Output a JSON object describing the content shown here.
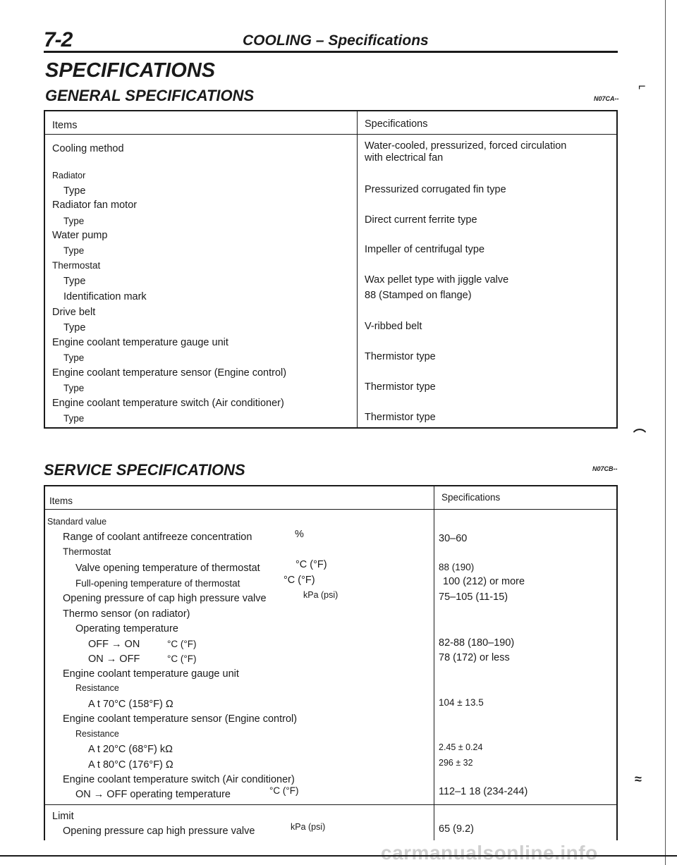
{
  "header": {
    "page_number": "7-2",
    "running_title": "COOLING – Specifications"
  },
  "main_title": "SPECIFICATIONS",
  "general": {
    "title": "GENERAL SPECIFICATIONS",
    "code": "N07CA--",
    "col_items": "Items",
    "col_specs": "Specifications",
    "rows": [
      {
        "item": "Cooling method",
        "spec": "Water-cooled, pressurized, forced circulation",
        "spec2": "with electrical fan"
      },
      {
        "item": "Radiator"
      },
      {
        "item": "Type",
        "spec": "Pressurized corrugated fin type"
      },
      {
        "item": "Radiator fan motor"
      },
      {
        "item": "Type",
        "spec": "Direct current ferrite type"
      },
      {
        "item": "Water pump"
      },
      {
        "item": "Type",
        "spec": "Impeller of centrifugal type"
      },
      {
        "item": "Thermostat"
      },
      {
        "item": "Type",
        "spec": "Wax pellet type with jiggle valve"
      },
      {
        "item": "Identification mark",
        "spec": "88 (Stamped on flange)"
      },
      {
        "item": "Drive belt"
      },
      {
        "item": "Type",
        "spec": "V-ribbed belt"
      },
      {
        "item": "Engine coolant temperature gauge unit"
      },
      {
        "item": "Type",
        "spec": "Thermistor type"
      },
      {
        "item": "Engine coolant temperature sensor (Engine control)"
      },
      {
        "item": "Type",
        "spec": "Thermistor type"
      },
      {
        "item": "Engine coolant temperature switch (Air conditioner)"
      },
      {
        "item": "Type",
        "spec": "Thermistor type"
      }
    ]
  },
  "service": {
    "title": "SERVICE SPECIFICATIONS",
    "code": "N07CB--",
    "col_items": "Items",
    "col_specs": "Specifications",
    "rows": [
      {
        "item": "Standard value"
      },
      {
        "item": "Range of coolant antifreeze concentration",
        "unit": "%",
        "spec": "30–60"
      },
      {
        "item": "Thermostat"
      },
      {
        "item": "Valve opening temperature of thermostat",
        "unit": "°C (°F)",
        "spec": "88 (190)"
      },
      {
        "item": "Full-opening temperature of thermostat",
        "unit": "°C (°F)",
        "spec": "100 (212) or more"
      },
      {
        "item": "Opening pressure of cap high pressure valve",
        "unit": "kPa (psi)",
        "spec": "75–105 (11-15)"
      },
      {
        "item": "Thermo sensor (on radiator)"
      },
      {
        "item": "Operating temperature"
      },
      {
        "item": "OFF → ON",
        "unit": "°C (°F)",
        "spec": "82-88 (180–190)"
      },
      {
        "item": "ON → OFF",
        "unit": "°C (°F)",
        "spec": "78 (172) or less"
      },
      {
        "item": "Engine coolant temperature gauge unit"
      },
      {
        "item": "Resistance"
      },
      {
        "item": "A t 70°C (158°F) Ω",
        "spec": "104 ± 13.5"
      },
      {
        "item": "Engine coolant temperature sensor (Engine control)"
      },
      {
        "item": "Resistance"
      },
      {
        "item": "A t 20°C (68°F) kΩ",
        "spec": "2.45 ± 0.24"
      },
      {
        "item": "A t 80°C (176°F) Ω",
        "spec": "296 ± 32"
      },
      {
        "item": "Engine coolant temperature switch (Air conditioner)"
      },
      {
        "item": "ON → OFF operating temperature",
        "unit": "°C (°F)",
        "spec": "112–1 18 (234-244)"
      },
      {
        "item": "Limit"
      },
      {
        "item": "Opening pressure cap high pressure valve",
        "unit": "kPa (psi)",
        "spec": "65 (9.2)"
      }
    ]
  },
  "footer": {
    "watermark": "carmanualsonline.info"
  }
}
